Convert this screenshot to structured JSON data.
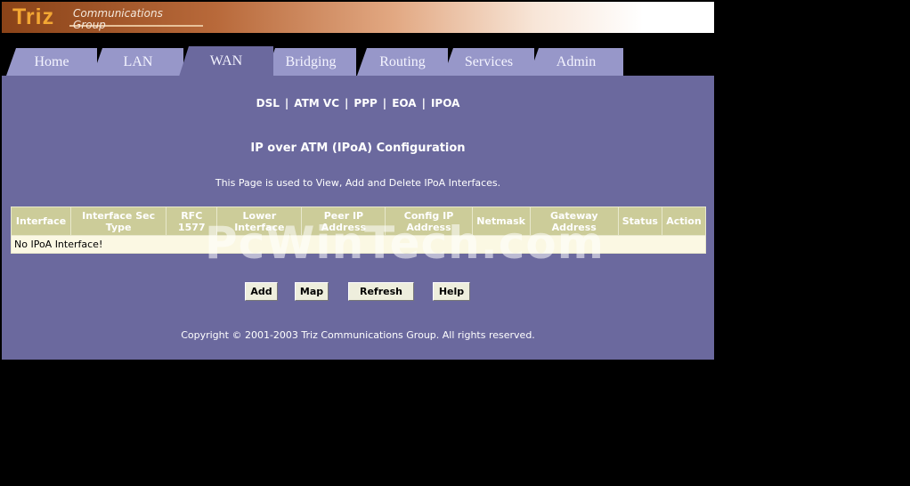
{
  "brand": {
    "logo_text": "Triz",
    "line1": "Communications",
    "line2": "Group"
  },
  "tabs": [
    {
      "label": "Home"
    },
    {
      "label": "LAN"
    },
    {
      "label": "WAN",
      "active": true
    },
    {
      "label": "Bridging"
    },
    {
      "label": "Routing"
    },
    {
      "label": "Services"
    },
    {
      "label": "Admin"
    }
  ],
  "subnav": [
    "DSL",
    "ATM VC",
    "PPP",
    "EOA",
    "IPOA"
  ],
  "subnav_separator": "|",
  "page": {
    "title": "IP over ATM (IPoA) Configuration",
    "description": "This Page is used to View, Add and Delete IPoA Interfaces."
  },
  "table": {
    "headers": [
      [
        "Interface"
      ],
      [
        "Interface Sec",
        "Type"
      ],
      [
        "RFC",
        "1577"
      ],
      [
        "Lower",
        "Interface"
      ],
      [
        "Peer IP",
        "Address"
      ],
      [
        "Config IP",
        "Address"
      ],
      [
        "Netmask"
      ],
      [
        "Gateway",
        "Address"
      ],
      [
        "Status"
      ],
      [
        "Action"
      ]
    ],
    "empty_message": "No IPoA Interface!"
  },
  "buttons": {
    "add": "Add",
    "map": "Map",
    "refresh": "Refresh",
    "help": "Help"
  },
  "footer": {
    "copyright": "Copyright © 2001-2003 Triz Communications Group. All rights reserved."
  },
  "watermark": "PcWinTech.com",
  "colors": {
    "panel": "#6b699e",
    "tab": "#9797c9",
    "table_header": "#cccc99",
    "logo": "#f3a733"
  }
}
